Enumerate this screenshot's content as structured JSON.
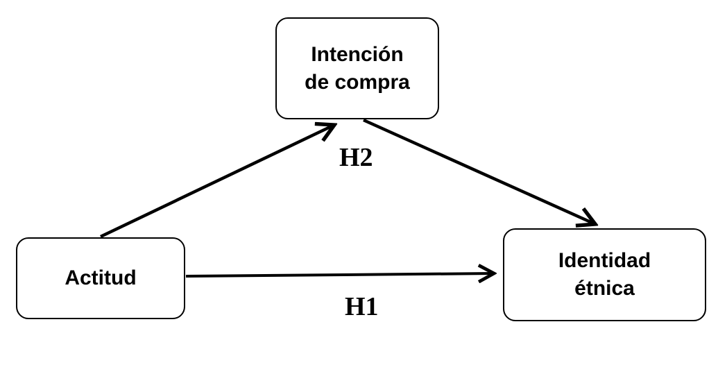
{
  "diagram": {
    "nodes": [
      {
        "id": "actitud",
        "label": "Actitud"
      },
      {
        "id": "intencion-de-compra",
        "label": "Intención de compra"
      },
      {
        "id": "identidad-etnica",
        "label": "Identidad étnica"
      }
    ],
    "edges": [
      {
        "from": "actitud",
        "to": "intencion-de-compra",
        "label": "H2",
        "arrow": "end"
      },
      {
        "from": "intencion-de-compra",
        "to": "identidad-etnica",
        "label": "",
        "arrow": "end"
      },
      {
        "from": "actitud",
        "to": "identidad-etnica",
        "label": "H1",
        "arrow": "end"
      }
    ],
    "colors": {
      "line": "#000000",
      "text": "#000000",
      "background": "#ffffff"
    }
  }
}
